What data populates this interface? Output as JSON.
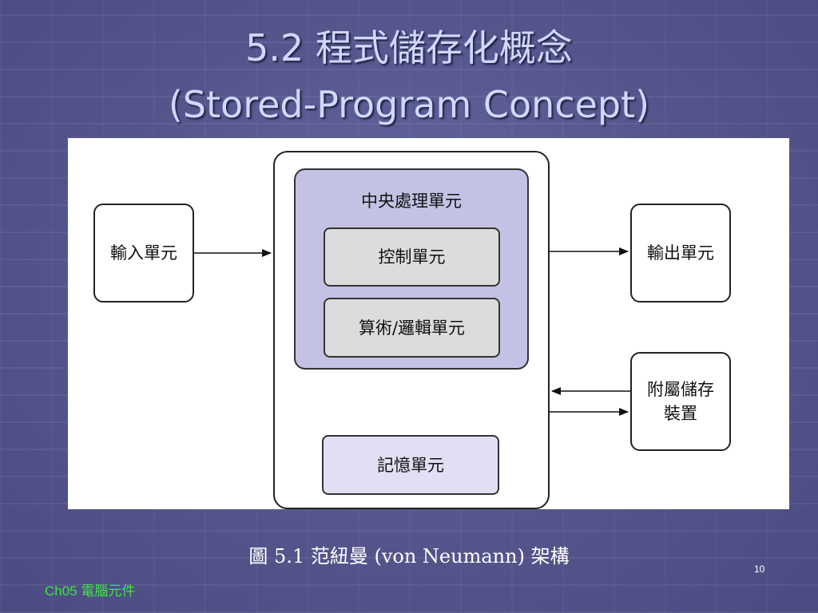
{
  "slide": {
    "title_line1": "5.2 程式儲存化概念",
    "title_line2": "(Stored-Program Concept)",
    "caption": "圖 5.1  范紐曼 (von Neumann) 架構",
    "page_number": "10",
    "footer": "Ch05 電腦元件"
  },
  "diagram": {
    "input_unit": "輸入單元",
    "output_unit": "輸出單元",
    "auxiliary_storage": "附屬儲存\n裝置",
    "cpu": "中央處理單元",
    "control_unit": "控制單元",
    "alu": "算術/邏輯單元",
    "memory_unit": "記憶單元"
  },
  "colors": {
    "background": "#5b5b92",
    "title": "#cfd8ff",
    "cpu_fill": "#c4c2e4",
    "inner_unit_fill": "#dcdcdc",
    "memory_fill": "#e2def4",
    "footer": "#3ee63e"
  }
}
